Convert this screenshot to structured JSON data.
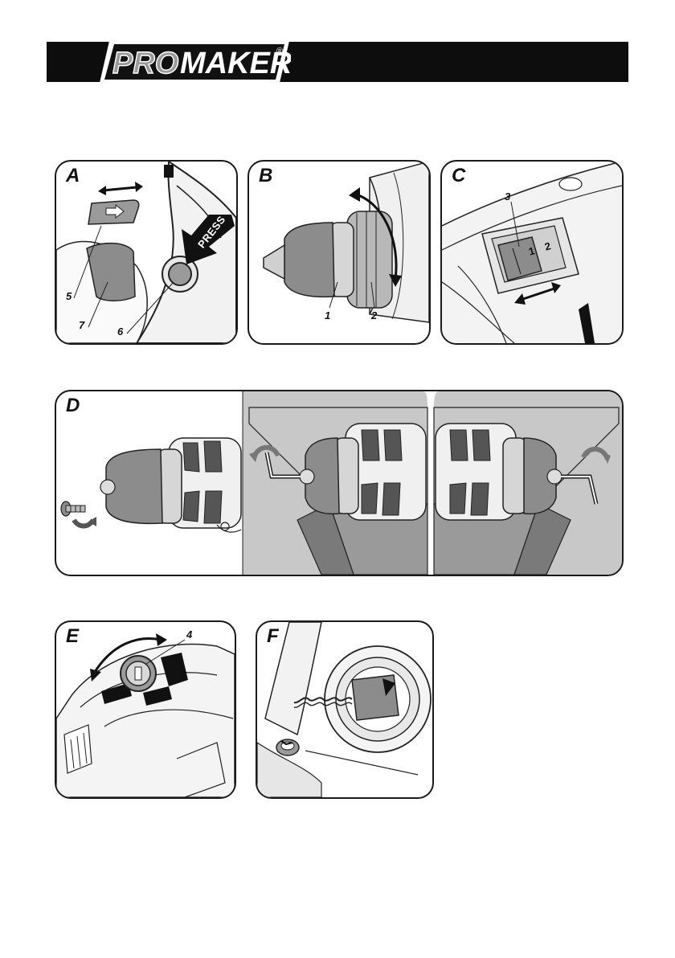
{
  "header": {
    "brand_left": "PRO",
    "brand_right": "MAKER",
    "registered_mark": "®"
  },
  "panels": {
    "a": {
      "letter": "A",
      "press_label": "PRESS",
      "callouts": [
        "5",
        "7",
        "6"
      ]
    },
    "b": {
      "letter": "B",
      "callouts": [
        "1",
        "2"
      ]
    },
    "c": {
      "letter": "C",
      "callouts": [
        "3"
      ],
      "switch_marks": [
        "1",
        "2"
      ]
    },
    "d": {
      "letter": "D"
    },
    "e": {
      "letter": "E",
      "callouts": [
        "4"
      ]
    },
    "f": {
      "letter": "F"
    }
  },
  "colors": {
    "bar": "#0d0d0d",
    "tool_grey": "#8c8c8c",
    "tool_light": "#e2e2e2",
    "bench": "#c8c8c8"
  }
}
